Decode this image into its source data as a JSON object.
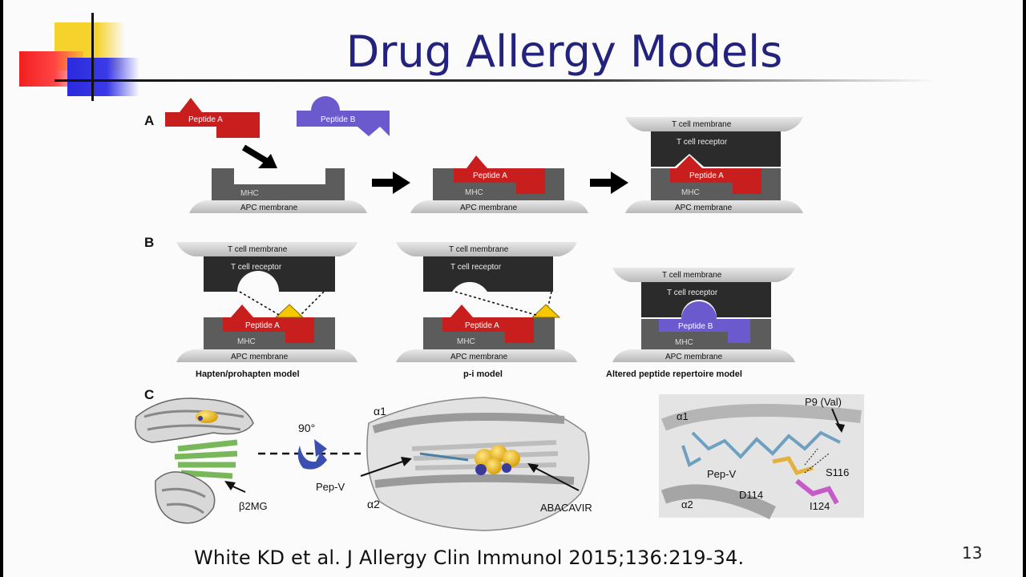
{
  "title": "Drug Allergy Models",
  "citation": "White KD et al. J Allergy Clin Immunol 2015;136:219-34.",
  "page_number": "13",
  "colors": {
    "title": "#23237e",
    "peptide_a": "#c81e1e",
    "peptide_b": "#6a5acd",
    "hapten": "#f7c700",
    "mhc": "#5c5c5c",
    "membrane": "#cfcfcf",
    "tcr": "#2b2b2b",
    "b2mg_sheet": "#79b85a"
  },
  "figure": {
    "panel_a": {
      "label": "A",
      "peptide_a": "Peptide A",
      "peptide_b": "Peptide B",
      "mhc": "MHC",
      "apc_membrane": "APC membrane",
      "t_cell_membrane": "T cell membrane",
      "t_cell_receptor": "T cell receptor"
    },
    "panel_b": {
      "label": "B",
      "models": [
        {
          "caption": "Hapten/prohapten model",
          "t_cell_membrane": "T cell membrane",
          "t_cell_receptor": "T cell receptor",
          "peptide": "Peptide A",
          "mhc": "MHC",
          "apc_membrane": "APC membrane"
        },
        {
          "caption": "p-i model",
          "t_cell_membrane": "T cell membrane",
          "t_cell_receptor": "T cell receptor",
          "peptide": "Peptide A",
          "mhc": "MHC",
          "apc_membrane": "APC membrane"
        },
        {
          "caption": "Altered peptide repertoire model",
          "t_cell_membrane": "T cell membrane",
          "t_cell_receptor": "T cell receptor",
          "peptide": "Peptide B",
          "mhc": "MHC",
          "apc_membrane": "APC membrane"
        }
      ]
    },
    "panel_c": {
      "label": "C",
      "rotation": "90°",
      "b2mg": "β2MG",
      "alpha1": "α1",
      "alpha2": "α2",
      "pep_v": "Pep-V",
      "abacavir": "ABACAVIR",
      "detail_alpha1": "α1",
      "detail_alpha2": "α2",
      "p9": "P9 (Val)",
      "detail_pep_v": "Pep-V",
      "s116": "S116",
      "d114": "D114",
      "i124": "I124"
    }
  }
}
